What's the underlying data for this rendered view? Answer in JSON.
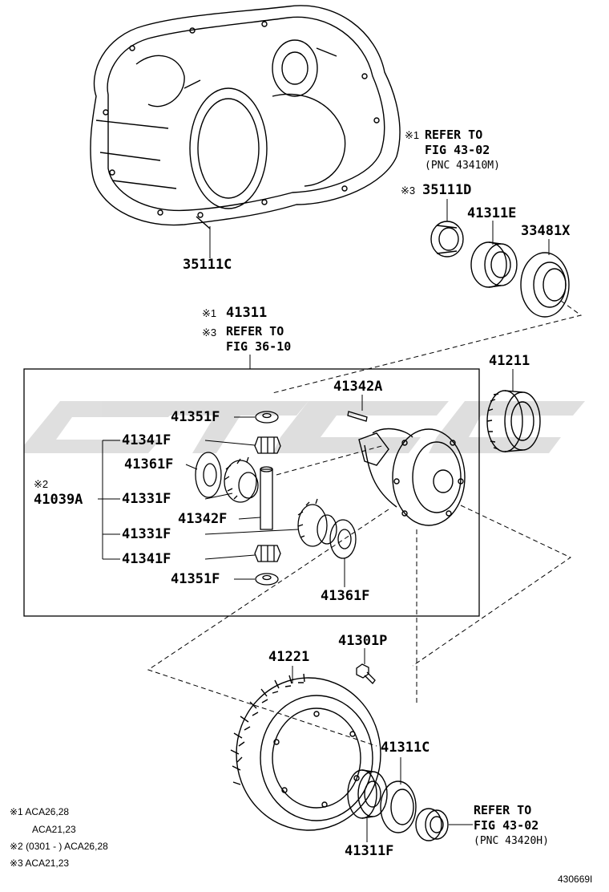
{
  "labels": {
    "p35111C": "35111C",
    "p35111D": "35111D",
    "p41311E": "41311E",
    "p33481X": "33481X",
    "ref1_mark": "※1",
    "ref1_l1": "REFER TO",
    "ref1_l2": "FIG 43-02",
    "ref1_l3": "(PNC 43410M)",
    "m3_35111D": "※3",
    "m1_41311": "※1",
    "p41311": "41311",
    "m3_refer": "※3",
    "refer_to": "REFER TO",
    "fig3610": "FIG 36-10",
    "p41211": "41211",
    "p41342A": "41342A",
    "p41351F_top": "41351F",
    "p41341F_top": "41341F",
    "p41361F_left": "41361F",
    "m2": "※2",
    "p41039A": "41039A",
    "p41331F_top": "41331F",
    "p41342F": "41342F",
    "p41331F_bot": "41331F",
    "p41341F_bot": "41341F",
    "p41351F_bot": "41351F",
    "p41361F_right": "41361F",
    "p41301P": "41301P",
    "p41221": "41221",
    "p41311C": "41311C",
    "p41311F": "41311F",
    "ref2_l1": "REFER TO",
    "ref2_l2": "FIG 43-02",
    "ref2_l3": "(PNC 43420H)",
    "fn1a": "※1 ACA26,28",
    "fn1b": "ACA21,23",
    "fn2": "※2 (0301 -        ) ACA26,28",
    "fn3": "※3 ACA21,23",
    "figure_id": "430669I"
  },
  "colors": {
    "line": "#000000",
    "watermark": "#d9d9d9"
  }
}
